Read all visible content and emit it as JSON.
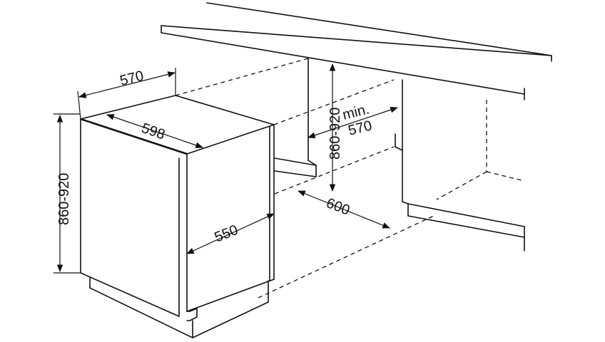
{
  "diagram": {
    "dimensions": {
      "depth_top": "570",
      "width_top": "598",
      "height_left": "860-920",
      "niche_height": "860-920",
      "niche_min_label": "min.",
      "niche_min_value": "570",
      "niche_depth": "600",
      "inner_depth": "550"
    }
  }
}
